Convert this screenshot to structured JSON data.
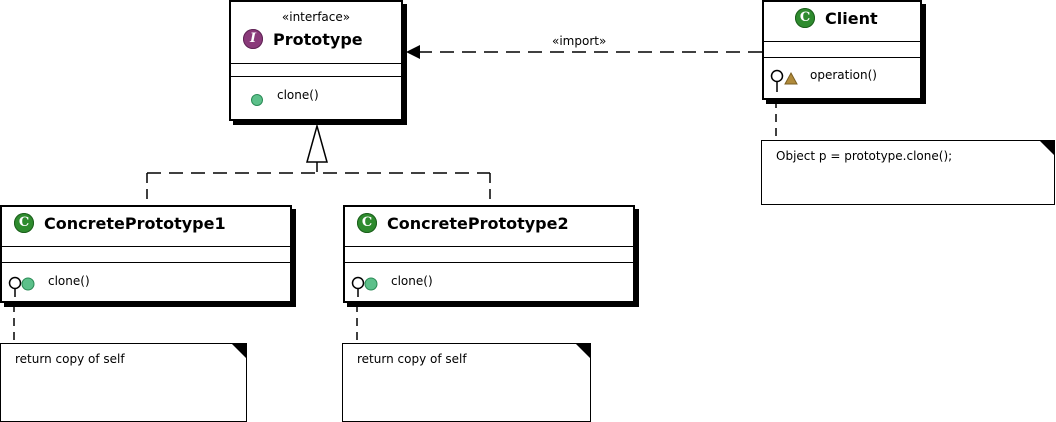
{
  "interface": {
    "stereotype": "«interface»",
    "badge": "I",
    "name": "Prototype",
    "operation": "clone()"
  },
  "client": {
    "badge": "C",
    "name": "Client",
    "operation": "operation()"
  },
  "concrete1": {
    "badge": "C",
    "name": "ConcretePrototype1",
    "operation": "clone()"
  },
  "concrete2": {
    "badge": "C",
    "name": "ConcretePrototype2",
    "operation": "clone()"
  },
  "notes": {
    "client_note": "Object p = prototype.clone();",
    "concrete1_note": "return copy of self",
    "concrete2_note": "return copy of self"
  },
  "relations": {
    "import_label": "«import»"
  },
  "colors": {
    "class_badge": "#2e8b2e",
    "interface_badge": "#8a3a7a",
    "public_dot": "#5cc08a",
    "protected_triangle": "#b08a3a"
  }
}
